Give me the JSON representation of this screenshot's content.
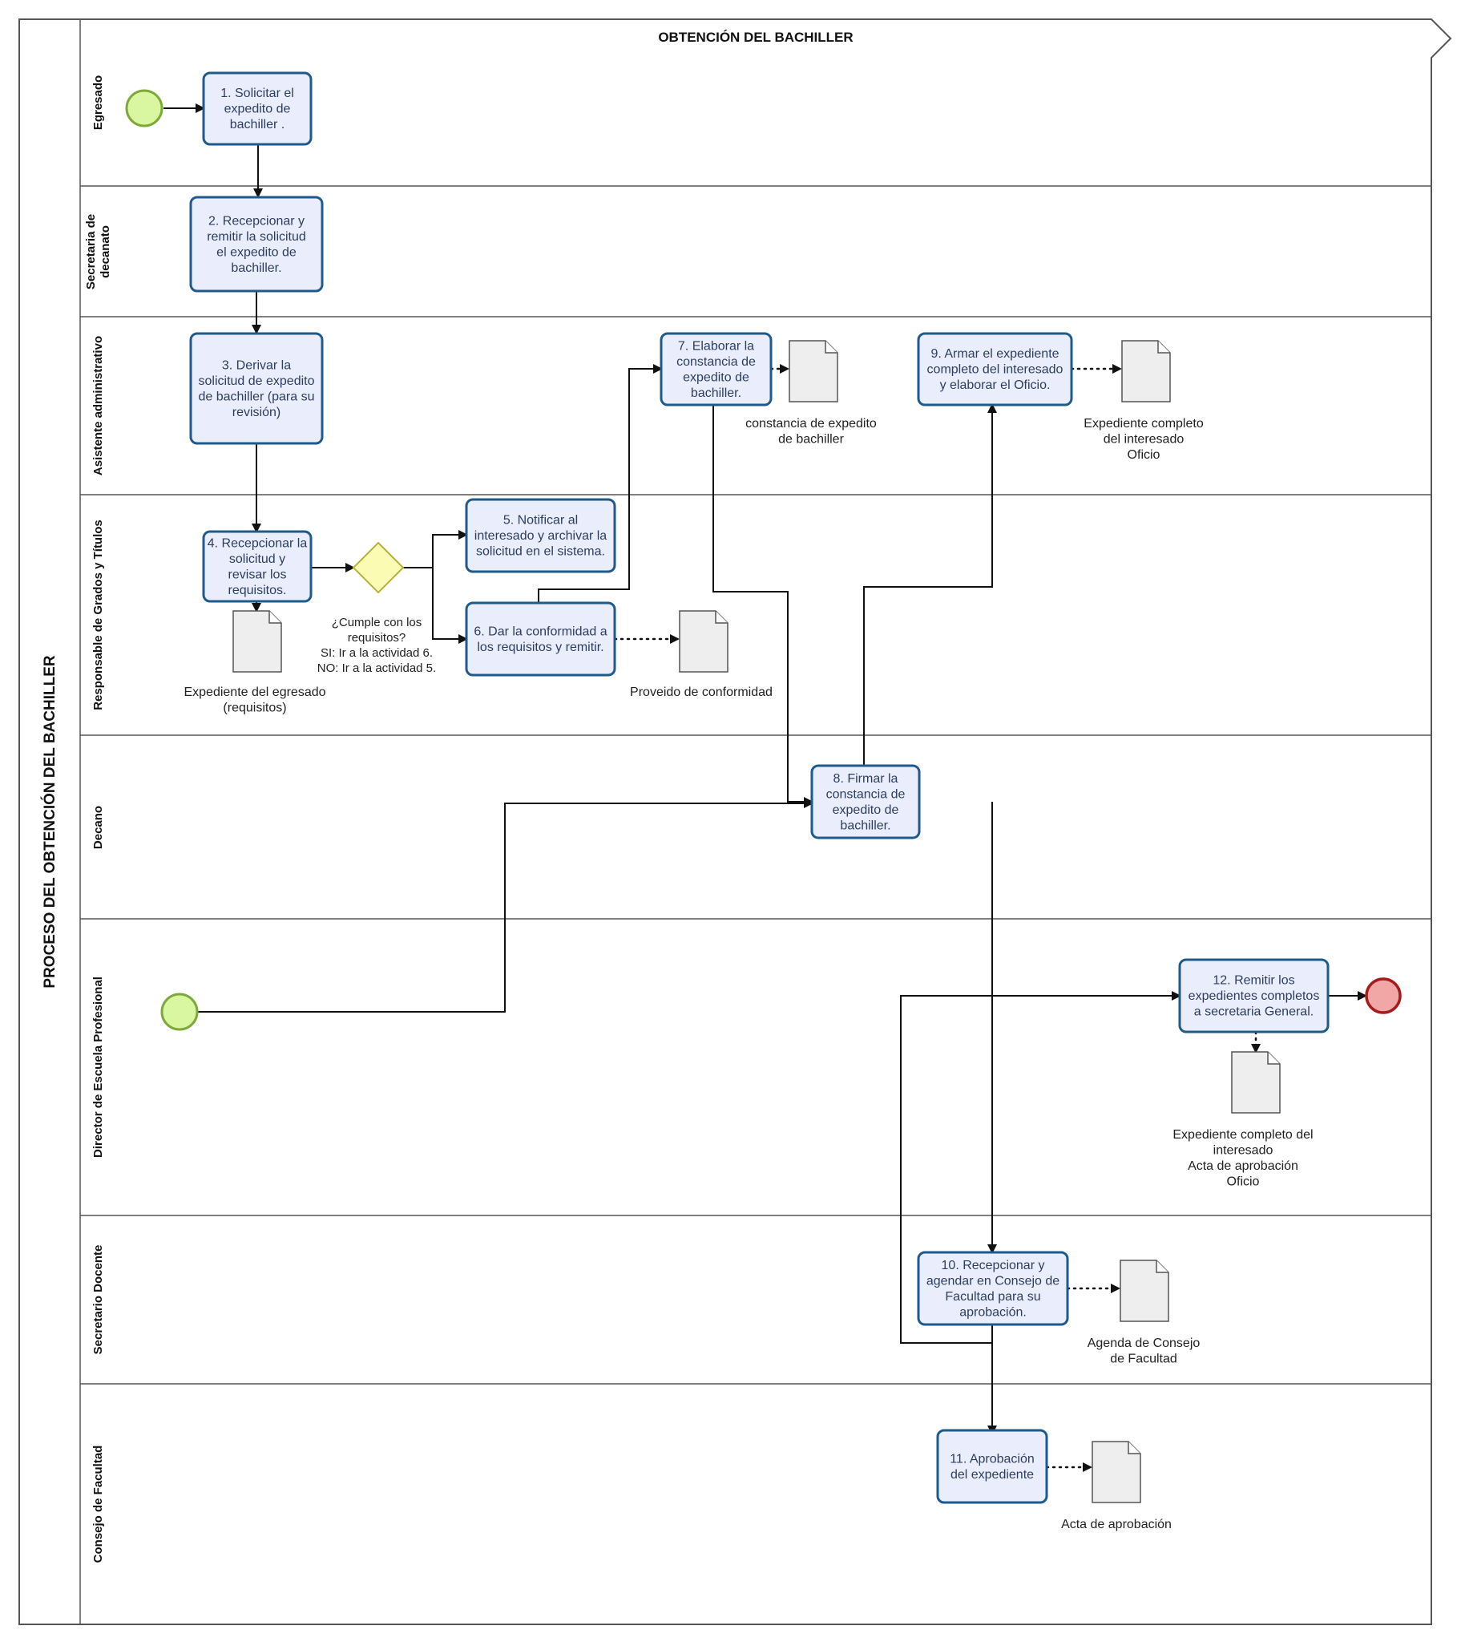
{
  "diagram": {
    "title": "OBTENCIÓN DEL BACHILLER",
    "pool_label": "PROCESO DEL OBTENCIÓN DEL BACHILLER"
  },
  "lanes": [
    {
      "id": "egresado",
      "label": [
        "Egresado"
      ]
    },
    {
      "id": "secretaria",
      "label": [
        "Secretaria de",
        "decanato"
      ]
    },
    {
      "id": "asistente",
      "label": [
        "Asistente administrativo"
      ]
    },
    {
      "id": "responsable",
      "label": [
        "Responsable de Grados y Títulos"
      ]
    },
    {
      "id": "decano",
      "label": [
        "Decano"
      ]
    },
    {
      "id": "director",
      "label": [
        "Director de Escuela Profesional"
      ]
    },
    {
      "id": "secdocente",
      "label": [
        "Secretario Docente"
      ]
    },
    {
      "id": "consejo",
      "label": [
        "Consejo de Facultad"
      ]
    }
  ],
  "tasks": [
    {
      "id": "t1",
      "lines": [
        "1. Solicitar el",
        "expedito de",
        "bachiller ."
      ]
    },
    {
      "id": "t2",
      "lines": [
        "2. Recepcionar y",
        "remitir la solicitud",
        "el expedito de",
        "bachiller."
      ]
    },
    {
      "id": "t3",
      "lines": [
        "3. Derivar la",
        "solicitud de expedito",
        "de bachiller (para su",
        "revisión)"
      ]
    },
    {
      "id": "t4",
      "lines": [
        "4. Recepcionar la",
        "solicitud y",
        "revisar los",
        "requisitos."
      ]
    },
    {
      "id": "t5",
      "lines": [
        "5. Notificar al",
        "interesado y archivar la",
        "solicitud en el sistema."
      ]
    },
    {
      "id": "t6",
      "lines": [
        "6. Dar la conformidad a",
        "los requisitos y remitir."
      ]
    },
    {
      "id": "t7",
      "lines": [
        "7. Elaborar la",
        "constancia de",
        "expedito de",
        "bachiller."
      ]
    },
    {
      "id": "t8",
      "lines": [
        "8. Firmar la",
        "constancia de",
        "expedito de",
        "bachiller."
      ]
    },
    {
      "id": "t9",
      "lines": [
        "9. Armar el expediente",
        "completo del interesado",
        "y elaborar el Oficio."
      ]
    },
    {
      "id": "t10",
      "lines": [
        "10. Recepcionar y",
        "agendar en Consejo de",
        "Facultad para su",
        "aprobación."
      ]
    },
    {
      "id": "t11",
      "lines": [
        "11. Aprobación",
        "del expediente"
      ]
    },
    {
      "id": "t12",
      "lines": [
        "12. Remitir los",
        "expedientes completos",
        "a secretaria General."
      ]
    }
  ],
  "gateway": {
    "lines": [
      "¿Cumple con los",
      "requisitos?",
      "SI: Ir a la actividad 6.",
      "NO: Ir a la actividad 5."
    ]
  },
  "documents": [
    {
      "id": "d1",
      "lines": [
        "Expediente del egresado",
        "(requisitos)"
      ]
    },
    {
      "id": "d2",
      "lines": [
        "Proveido de conformidad"
      ]
    },
    {
      "id": "d3",
      "lines": [
        "constancia de expedito",
        "de bachiller"
      ]
    },
    {
      "id": "d4",
      "lines": [
        "Expediente completo",
        "del interesado",
        "Oficio"
      ]
    },
    {
      "id": "d5",
      "lines": [
        "Expediente completo del",
        "interesado",
        "Acta de aprobación",
        "Oficio"
      ]
    },
    {
      "id": "d6",
      "lines": [
        "Agenda de Consejo",
        "de Facultad"
      ]
    },
    {
      "id": "d7",
      "lines": [
        "Acta de aprobación"
      ]
    }
  ],
  "colors": {
    "task_fill": "#eaedfb",
    "task_stroke": "#1e5a8c",
    "start_fill": "#d9f7a1",
    "start_stroke": "#7fa83a",
    "end_fill": "#f2a7a7",
    "end_stroke": "#a61c1c",
    "gateway_fill": "#fbfbb4",
    "gateway_stroke": "#b4b43c"
  }
}
